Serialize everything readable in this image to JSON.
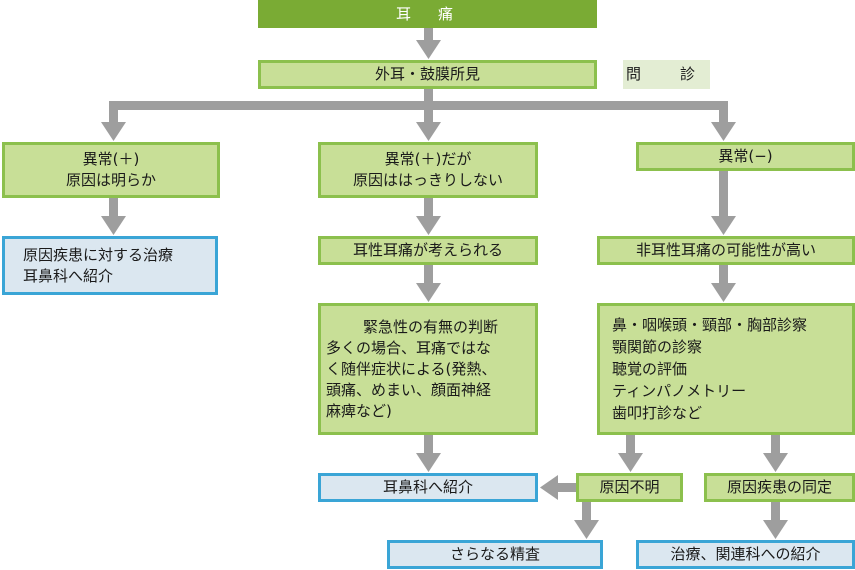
{
  "diagram": {
    "colors": {
      "header_fill": "#7aab34",
      "green_fill": "#c8df97",
      "green_border": "#8cc04d",
      "blue_fill": "#dbe7f0",
      "blue_border": "#3aa5d6",
      "pale_fill": "#e3edd3",
      "arrow": "#9e9e9e"
    },
    "nodes": {
      "root": {
        "label": "耳　痛"
      },
      "exam": {
        "label": "外耳・鼓膜所見"
      },
      "interview": {
        "label": "問　診"
      },
      "abnormal_clear": {
        "lines": [
          "異常(＋)",
          "原因は明らか"
        ]
      },
      "abnormal_unclear": {
        "lines": [
          "異常(＋)だが",
          "原因ははっきりしない"
        ]
      },
      "normal": {
        "label": "異常(−)"
      },
      "treat_cause": {
        "lines": [
          "原因疾患に対する治療",
          "耳鼻科へ紹介"
        ]
      },
      "otogenic": {
        "label": "耳性耳痛が考えられる"
      },
      "non_otogenic": {
        "label": "非耳性耳痛の可能性が高い"
      },
      "urgency": {
        "lines": [
          "緊急性の有無の判断",
          "多くの場合、耳痛ではな",
          "く随伴症状による(発熱、",
          "頭痛、めまい、顔面神経",
          "麻痺など)"
        ]
      },
      "other_exams": {
        "lines": [
          "鼻・咽喉頭・頸部・胸部診察",
          "顎関節の診察",
          "聴覚の評価",
          "ティンパノメトリー",
          "歯叩打診など"
        ]
      },
      "ent_referral": {
        "label": "耳鼻科へ紹介"
      },
      "unknown_cause": {
        "label": "原因不明"
      },
      "identify_cause": {
        "label": "原因疾患の同定"
      },
      "further_workup": {
        "label": "さらなる精査"
      },
      "treat_refer": {
        "label": "治療、関連科への紹介"
      }
    },
    "edges": [
      [
        "root",
        "exam"
      ],
      [
        "exam",
        "abnormal_clear"
      ],
      [
        "exam",
        "abnormal_unclear"
      ],
      [
        "exam",
        "normal"
      ],
      [
        "abnormal_clear",
        "treat_cause"
      ],
      [
        "abnormal_unclear",
        "otogenic"
      ],
      [
        "otogenic",
        "urgency"
      ],
      [
        "urgency",
        "ent_referral"
      ],
      [
        "normal",
        "non_otogenic"
      ],
      [
        "non_otogenic",
        "other_exams"
      ],
      [
        "other_exams",
        "unknown_cause"
      ],
      [
        "other_exams",
        "identify_cause"
      ],
      [
        "unknown_cause",
        "ent_referral"
      ],
      [
        "unknown_cause",
        "further_workup"
      ],
      [
        "identify_cause",
        "treat_refer"
      ]
    ]
  }
}
